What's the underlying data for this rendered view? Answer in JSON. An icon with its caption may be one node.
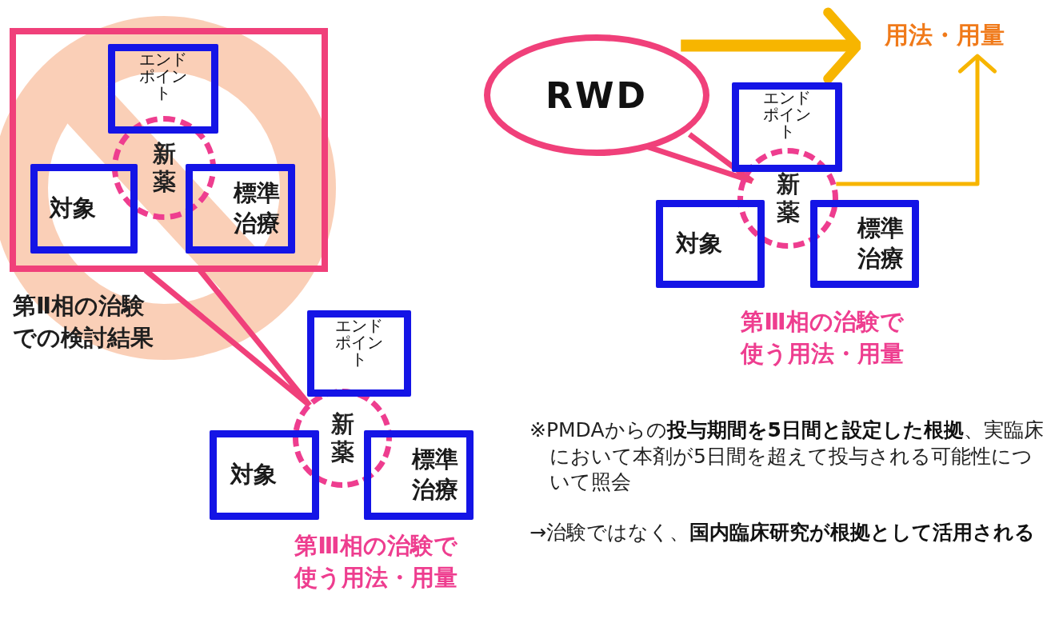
{
  "diagram": {
    "nodes": [
      {
        "text": [],
        "shape": "box"
      },
      {
        "text": [
          "エンドポイント"
        ],
        "in": 0
      },
      {
        "text": [
          "新薬"
        ],
        "in": 0
      },
      {
        "text": [
          "対象"
        ],
        "in": 0
      },
      {
        "text": [
          "標準治療"
        ],
        "in": 0
      },
      {
        "text": [
          "エンドポイント"
        ]
      },
      {
        "text": [
          "新薬"
        ]
      },
      {
        "text": [
          "対象"
        ]
      },
      {
        "text": [
          "標準治療"
        ]
      },
      {
        "text": [
          "RWD"
        ]
      },
      {
        "text": [
          "エンドポイント"
        ]
      },
      {
        "text": [
          "新薬"
        ]
      },
      {
        "text": [
          "対象"
        ]
      },
      {
        "text": [
          "標準治療"
        ]
      },
      {
        "text": [
          "用法・用量"
        ]
      }
    ],
    "edges": [
      {
        "from": 0,
        "to": 6,
        "arrow": "none",
        "color": "#f0407a"
      },
      {
        "from": 9,
        "to": 11,
        "arrow": "none",
        "color": "#f0407a"
      },
      {
        "from": 9,
        "to": 14,
        "arrow": "to",
        "style": "thick",
        "color": "#f7b500"
      },
      {
        "from": 11,
        "to": 14,
        "arrow": "to",
        "color": "#f7b500"
      }
    ],
    "labels": [
      "第Ⅱ相の治験での検討結果",
      "第Ⅲ相の治験で使う用法・用量",
      "第Ⅲ相の治験で使う用法・用量",
      "※PMDAからの**投与期間を5日間と設定した根拠**、実臨床において本剤が5日間を超えて投与される可能性について照会",
      "→治験ではなく、**国内臨床研究が根拠として活用される**"
    ]
  }
}
